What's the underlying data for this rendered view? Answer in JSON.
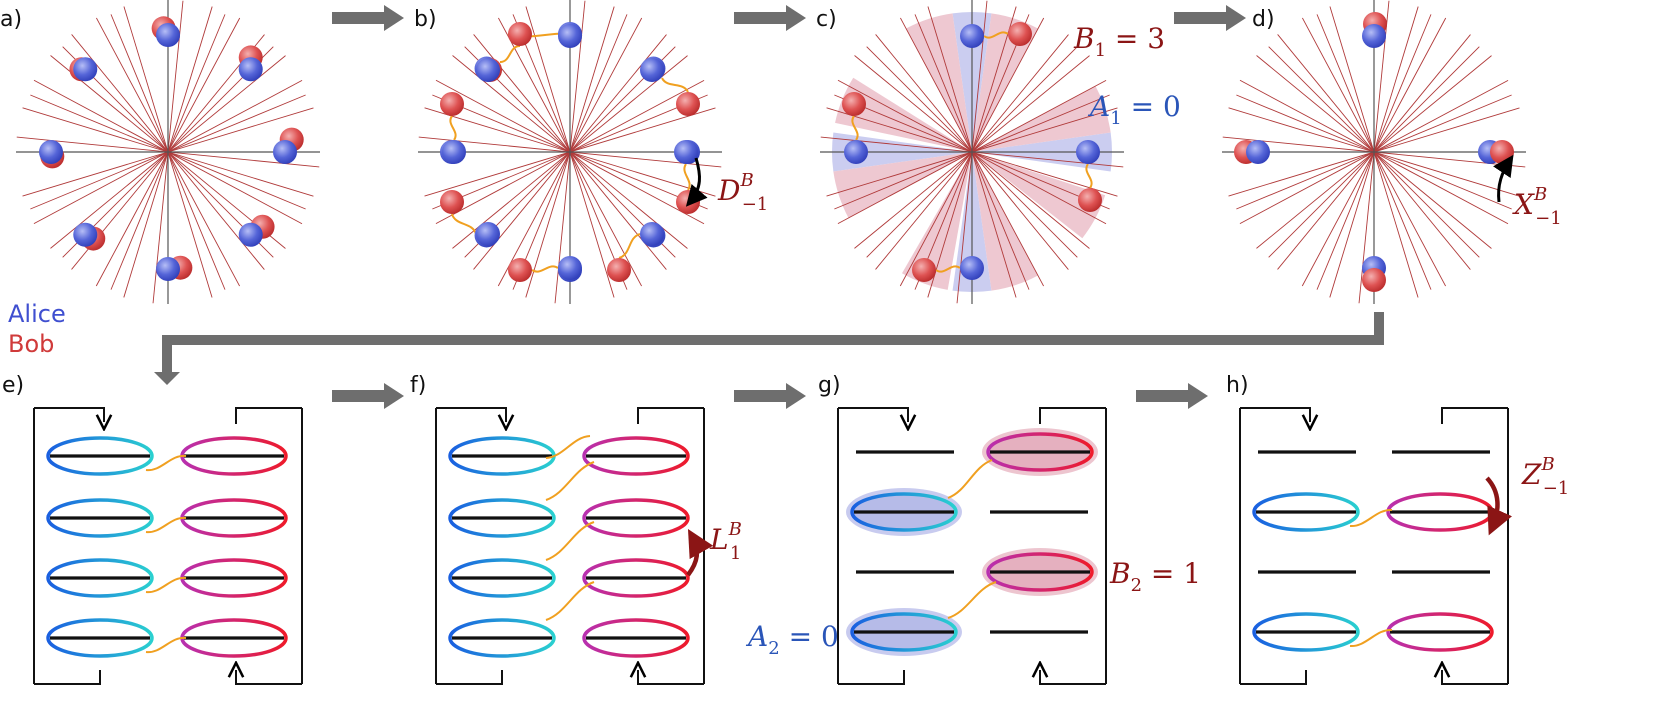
{
  "panels": {
    "a": "a)",
    "b": "b)",
    "c": "c)",
    "d": "d)",
    "e": "e)",
    "f": "f)",
    "g": "g)",
    "h": "h)"
  },
  "legend": {
    "alice": "Alice",
    "bob": "Bob"
  },
  "annotations": {
    "b_op": "D",
    "b_sup": "B",
    "b_sub": "−1",
    "c_b": "B",
    "c_b_sub": "1",
    "c_b_val": " = 3",
    "c_a": "A",
    "c_a_sub": "1",
    "c_a_val": " = 0",
    "d_op": "X",
    "d_sup": "B",
    "d_sub": "−1",
    "f_op": "L",
    "f_sup": "B",
    "f_sub": "1",
    "g_b": "B",
    "g_b_sub": "2",
    "g_b_val": " = 1",
    "g_a": "A",
    "g_a_sub": "2",
    "g_a_val": " = 0",
    "h_op": "Z",
    "h_sup": "B",
    "h_sub": "−1"
  },
  "colors": {
    "alice": "#3f4fd0",
    "bob": "#d03a3a",
    "bob_label": "#8b1515",
    "alice_label": "#2a55b8",
    "arrow_gray": "#6e6e6e",
    "link": "#f0a020",
    "wedge_blue": "#c5c8ee",
    "wedge_red": "#ecc2cc"
  }
}
